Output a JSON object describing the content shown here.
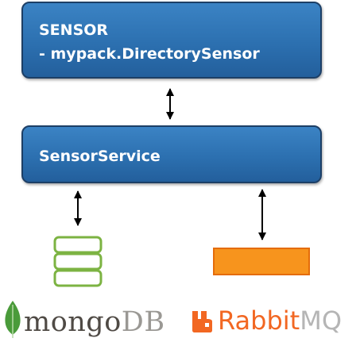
{
  "sensor": {
    "title": "SENSOR",
    "subtitle": "- mypack.DirectorySensor"
  },
  "sensor_service": {
    "title": "SensorService"
  },
  "mongodb": {
    "logo_text_mongo": "mongo",
    "logo_text_db": "DB",
    "icon": "database-stack-icon",
    "color": "#7cb342"
  },
  "rabbitmq": {
    "logo_text_rabbit": "Rabbit",
    "logo_text_mq": "MQ",
    "icon": "message-queue-icon",
    "color": "#f7941d"
  },
  "colors": {
    "box_fill": "#2c70b0",
    "box_border": "#1d3f66",
    "mongo_leaf": "#4a9b3a",
    "rabbit_brand": "#f26722"
  }
}
